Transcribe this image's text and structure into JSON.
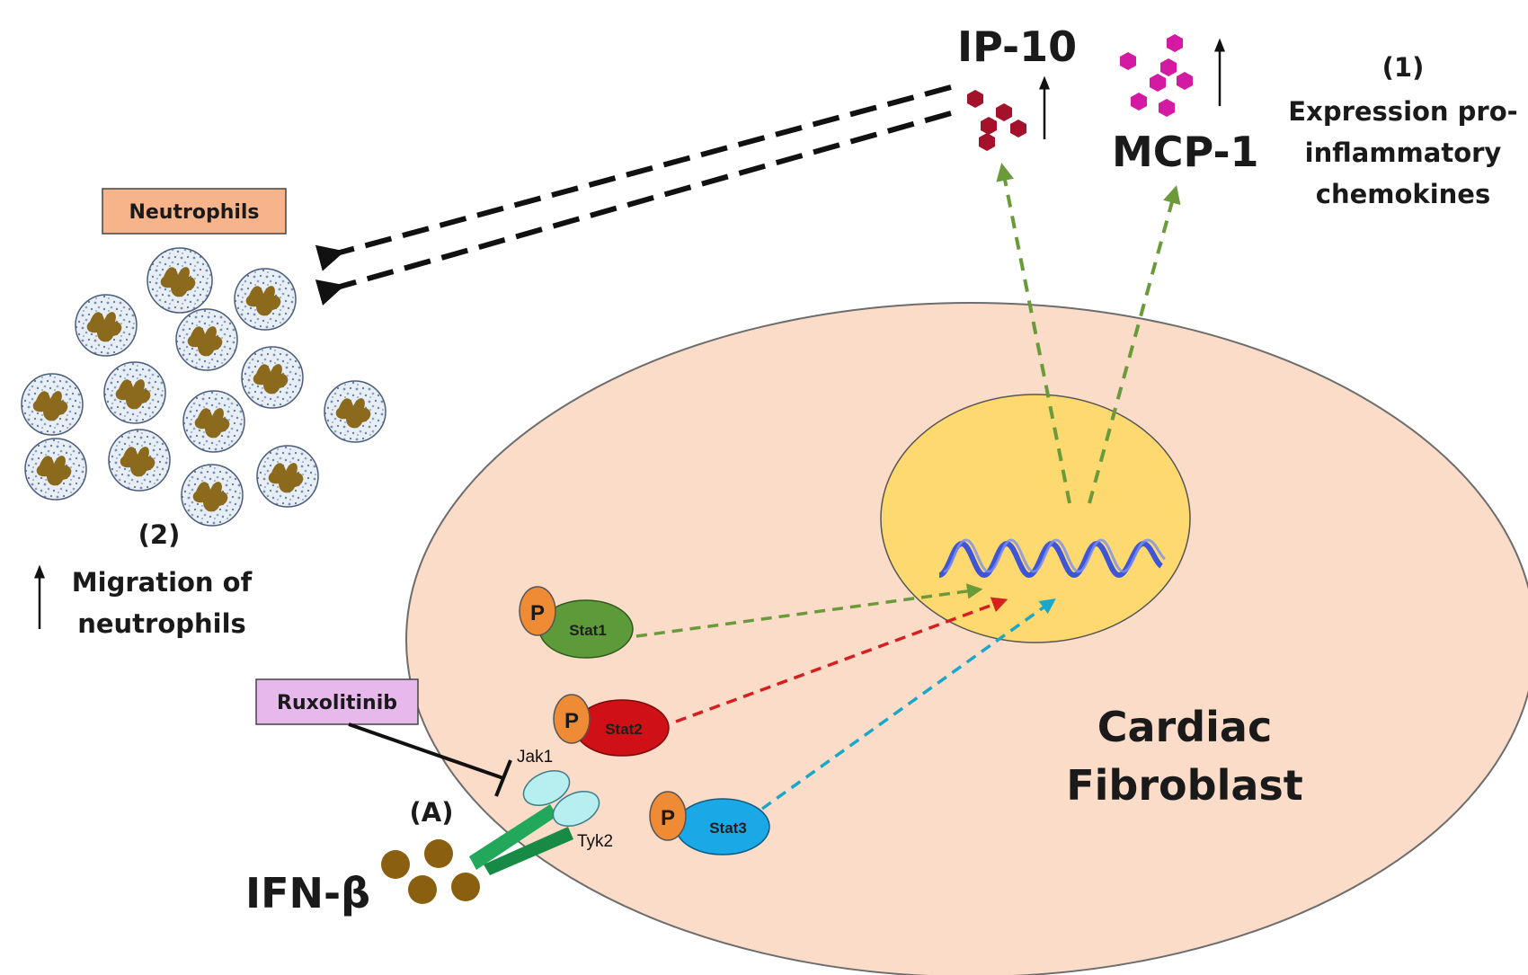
{
  "labels": {
    "ip10": "IP-10",
    "mcp1": "MCP-1",
    "step1_number": "(1)",
    "step1_line1": "Expression pro-",
    "step1_line2": "inflammatory",
    "step1_line3": "chemokines",
    "neutrophils_box": "Neutrophils",
    "step2_number": "(2)",
    "step2_line1": "Migration of",
    "step2_line2": "neutrophils",
    "ruxolitinib_box": "Ruxolitinib",
    "jak1": "Jak1",
    "tyk2": "Tyk2",
    "step_a": "(A)",
    "ifn_beta": "IFN-β",
    "cell_line1": "Cardiac",
    "cell_line2": "Fibroblast",
    "phospho": "P",
    "stat1": "Stat1",
    "stat2": "Stat2",
    "stat3": "Stat3"
  },
  "colors": {
    "cell_fill": "#fbdcc8",
    "nucleus_fill": "#fdd96f",
    "dna": "#3d55d6",
    "ip10_dots": "#a3122a",
    "mcp1_dots": "#d41aa3",
    "ifn_dots": "#8a6010",
    "neutrophils_box": "#f7b48a",
    "ruxolitinib_box": "#e7b8ec",
    "stat1": "#5d9a3a",
    "stat2": "#cf1016",
    "stat3": "#1aa8e6",
    "phospho": "#ef8a35",
    "arrow_green": "#6a9a3a",
    "arrow_red": "#d52020",
    "arrow_blue": "#1aa7c9",
    "receptor": "#22a85a",
    "jak": "#b7eef0"
  },
  "icons": [
    "dna-icon",
    "neutrophil-icon",
    "chemokine-icon",
    "receptor-icon",
    "inhibition-icon",
    "up-arrow-icon"
  ]
}
